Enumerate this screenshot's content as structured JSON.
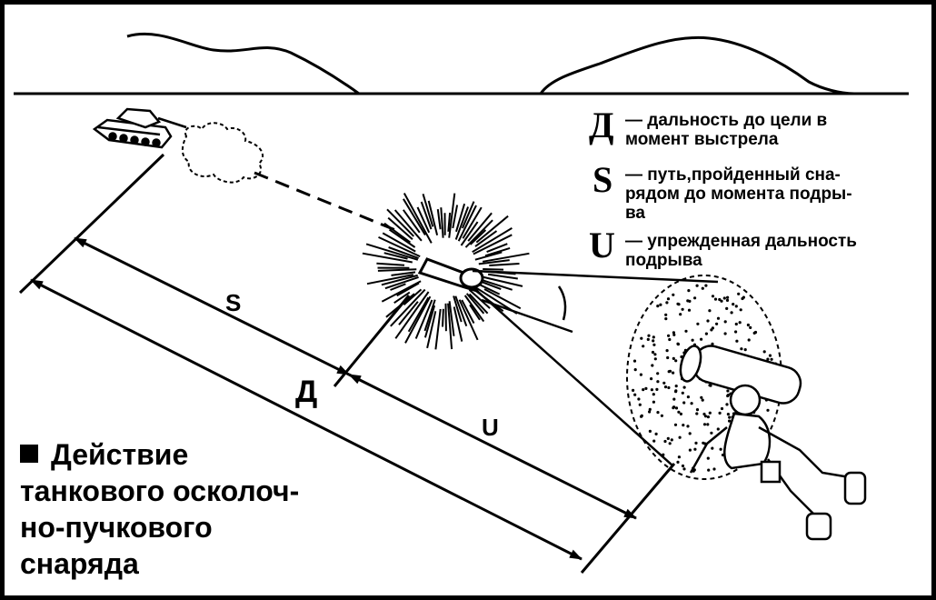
{
  "legend": [
    {
      "symbol": "Д",
      "text": "— дальность до цели в\nмомент выстрела"
    },
    {
      "symbol": "S",
      "text": "— путь,пройденный сна-\nрядом до момента подры-\nва"
    },
    {
      "symbol": "U",
      "text": "— упрежденная дальность\nподрыва"
    }
  ],
  "dimension_labels": {
    "s": "S",
    "d": "Д",
    "u": "U"
  },
  "caption": {
    "lines": [
      "Действие",
      "танкового осколоч-",
      "но-пучкового",
      "снаряда"
    ]
  },
  "colors": {
    "ink": "#000000",
    "paper": "#ffffff"
  },
  "icons": [
    "tank-icon",
    "explosion-icon",
    "projectile-icon",
    "soldier-icon",
    "log-icon",
    "fragment-cloud-icon"
  ]
}
